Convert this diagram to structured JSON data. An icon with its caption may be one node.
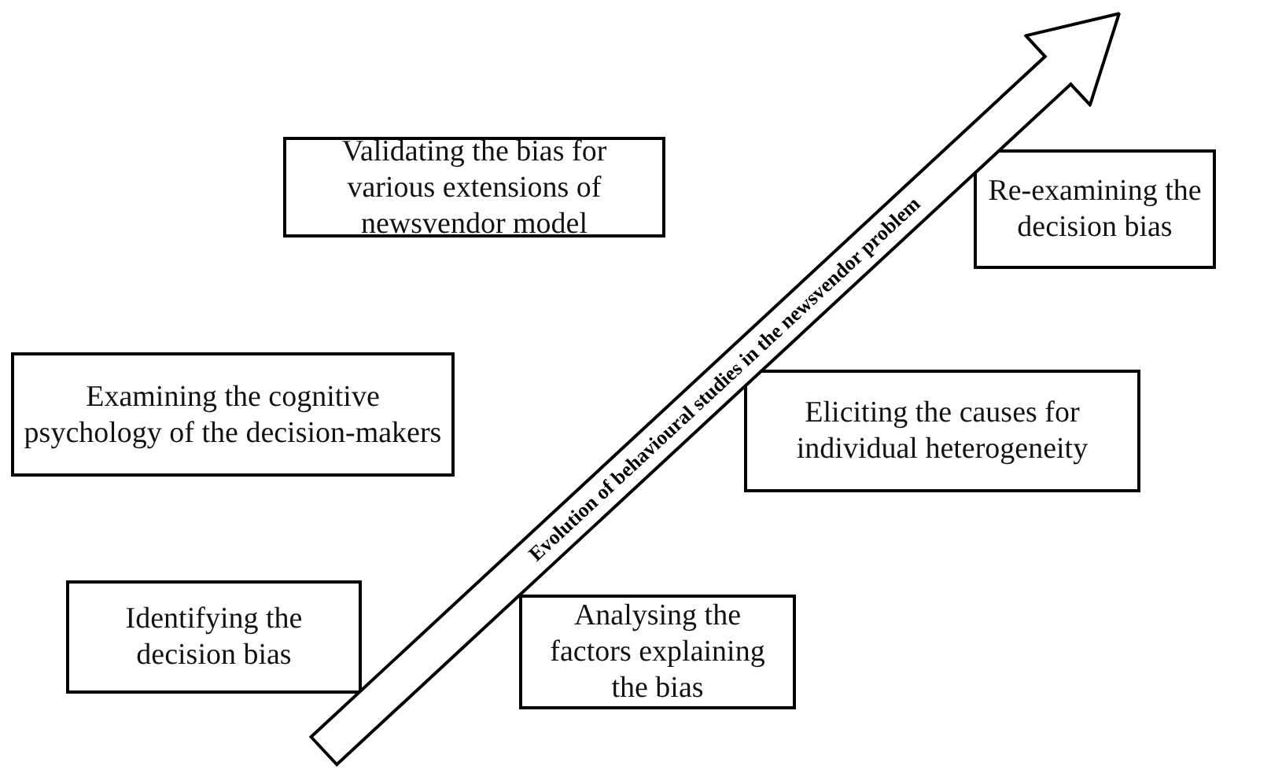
{
  "diagram": {
    "nodes": [
      {
        "text": [
          "Validating the bias for various extensions of newsvendor model"
        ]
      },
      {
        "text": [
          "Re-examining the decision bias"
        ]
      },
      {
        "text": [
          "Examining the cognitive psychology of the decision-makers"
        ]
      },
      {
        "text": [
          "Eliciting the causes for individual heterogeneity"
        ]
      },
      {
        "text": [
          "Identifying the decision bias"
        ]
      },
      {
        "text": [
          "Analysing the factors explaining the bias"
        ]
      },
      {
        "text": [
          "Evolution of behavioural studies in the newsvendor problem"
        ]
      }
    ],
    "edges": []
  }
}
